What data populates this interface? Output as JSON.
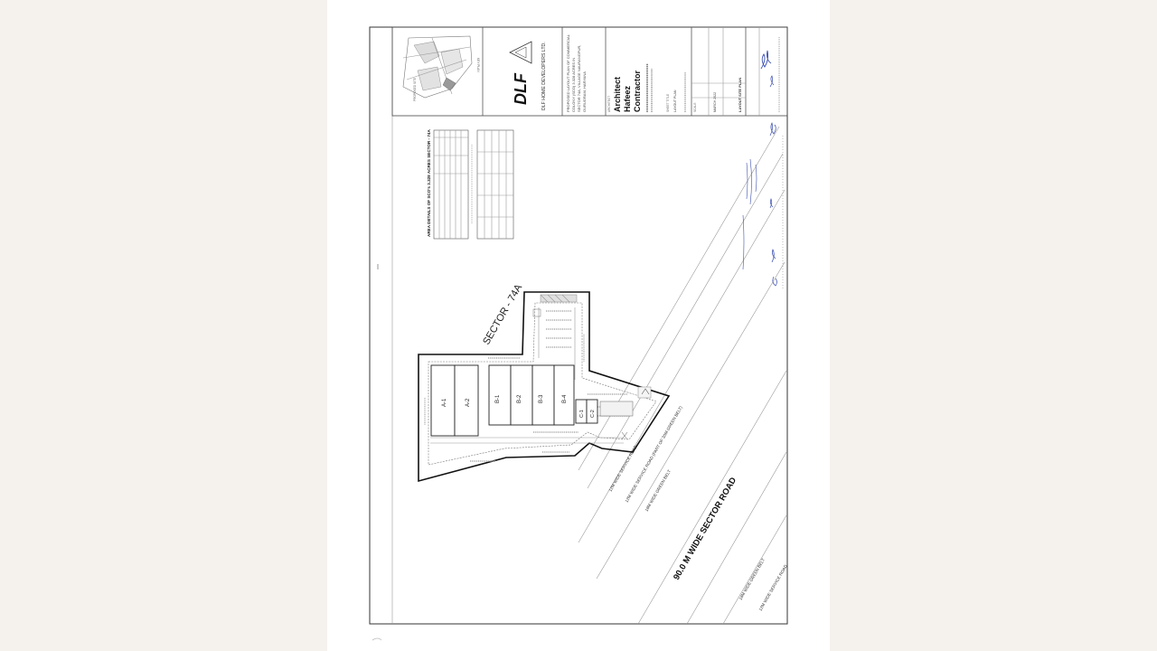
{
  "title_block": {
    "key_plan_label": "KEY PLAN",
    "proposed_site_label": "PROPOSED SITE",
    "company_logo_text": "DLF",
    "company_name": "DLF HOME DEVELOPERS LTD.",
    "project_desc_1": "PROPOSED LAYOUT PLAN OF COMMERCIAL",
    "project_desc_2": "COLONY (SCO) 3.328 ACRES IN",
    "project_desc_3": "SECTOR 74A, VILLAGE NAURANGPUR,",
    "project_desc_4": "GURUGRAM, HARYANA",
    "architect_caption": "ARCHITECT",
    "architect_line1": "Architect",
    "architect_line2": "Hafeez",
    "architect_line3": "Contractor",
    "sheet_title_caption": "SHEET TITLE",
    "sheet_title": "LAYOUT PLAN",
    "scale_caption": "SCALE",
    "date_value": "MARCH 2022",
    "drawing_title": "LAYOUT SITE PLAN"
  },
  "area_table": {
    "title": "AREA DETAILS OF SCO's 3.328 ACRES SECTOR - 74A"
  },
  "plan": {
    "sector_label": "SECTOR - 74A",
    "plots": [
      "A-1",
      "A-2",
      "B-1",
      "B-2",
      "B-3",
      "B-4",
      "C-1",
      "C-2"
    ]
  },
  "roads": {
    "sector_road": "90.0 M WIDE SECTOR ROAD",
    "service_road_top": "12M WIDE SERVICE ROAD",
    "service_road_green": "12M WIDE SERVICE ROAD (PART OF 30M GREEN BELT)",
    "green_belt_top": "18M WIDE GREEN BELT",
    "green_belt_bottom": "18M WIDE GREEN BELT",
    "service_road_bottom": "12M WIDE SERVICE ROAD"
  },
  "colors": {
    "line_dark": "#222222",
    "line_light": "#9a9a9a",
    "signature_ink": "#3b4fb0"
  }
}
